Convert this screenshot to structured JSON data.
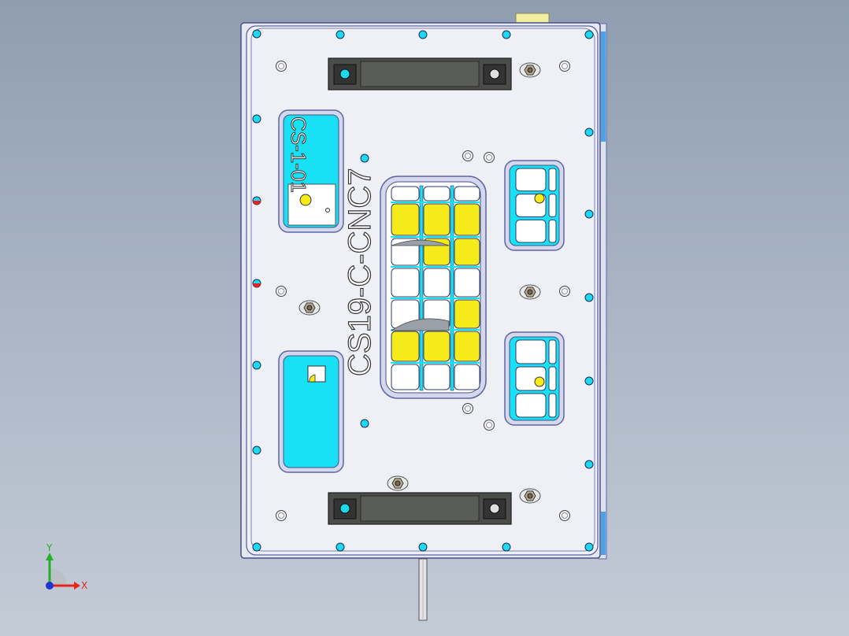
{
  "part": {
    "engraved_label": "CS19-C-CNC7",
    "pocket_label": "CS-1-01"
  },
  "triad": {
    "x_label": "X",
    "y_label": "Y",
    "x_color": "#e8231c",
    "y_color": "#25b02a",
    "z_color": "#1f35d6"
  },
  "colors": {
    "plate": "#eef0f6",
    "outline": "#5e64a8",
    "cyan": "#18e0f5",
    "yellow": "#f5ea1a",
    "dark_block": "#4b4d4a",
    "hole_blue": "#1dd9ef",
    "side_rail": "#4aa3e8"
  }
}
